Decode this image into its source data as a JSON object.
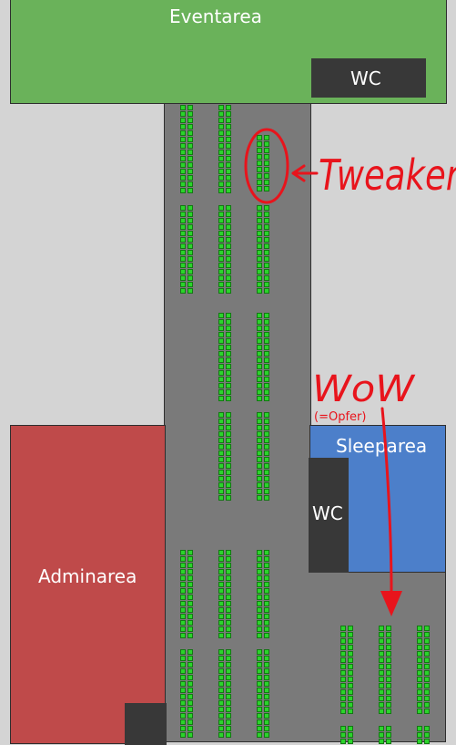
{
  "areas": {
    "event": {
      "label": "Eventarea",
      "color": "#6ab25a"
    },
    "admin": {
      "label": "Adminarea",
      "color": "#bf4a4a"
    },
    "sleep": {
      "label": "Sleeparea",
      "color": "#4c7fca"
    },
    "corridor": {
      "color": "#7a7a7a"
    },
    "background": {
      "color": "#d4d4d4"
    }
  },
  "wc": {
    "event_label": "WC",
    "sleep_label": "WC"
  },
  "annotations": {
    "tweaker": "Tweaker",
    "wow": "WoW",
    "opfer": "(=Opfer)",
    "color": "#e8141c"
  },
  "seat_colors": {
    "fill": "#2bd42b",
    "outline": "#137813"
  }
}
